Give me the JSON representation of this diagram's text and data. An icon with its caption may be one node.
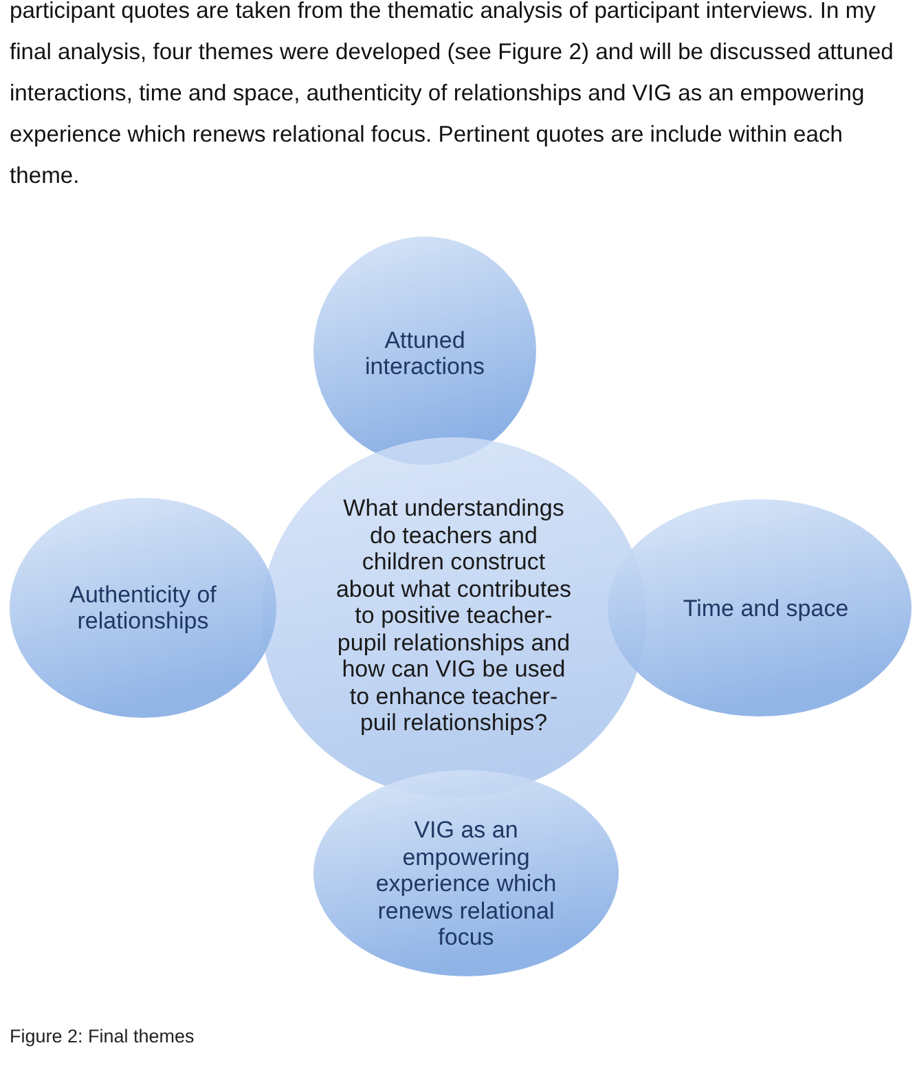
{
  "diagram": {
    "caption": "Figure 2: Final themes",
    "nodes": [
      {
        "text": [
          "Attuned interactions"
        ]
      },
      {
        "text": [
          "What understandings do teachers and children construct about what contributes to positive teacher-pupil relationships and how can VIG be used to  enhance teacher-puil relationships?"
        ]
      },
      {
        "text": [
          "Authenticity of relationships"
        ]
      },
      {
        "text": [
          "Time and space"
        ]
      },
      {
        "text": [
          "VIG as an empowering experience which renews relational focus"
        ]
      }
    ],
    "edges": [],
    "labels": [
      "participant quotes are taken from the thematic analysis of participant interviews. In my final analysis, four themes were developed (see Figure 2) and will be discussed attuned interactions, time and space, authenticity of relationships and VIG as an empowering experience which renews relational focus. Pertinent quotes are include within each theme."
    ]
  }
}
